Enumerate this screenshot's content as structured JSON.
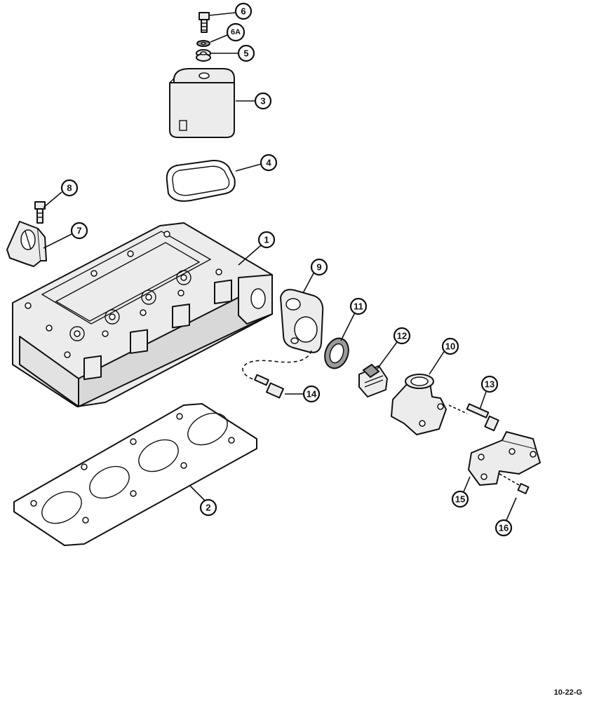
{
  "figure": {
    "reference_code": "10-22-G"
  },
  "callouts": [
    {
      "id": "c1",
      "label": "1"
    },
    {
      "id": "c2",
      "label": "2"
    },
    {
      "id": "c3",
      "label": "3"
    },
    {
      "id": "c4",
      "label": "4"
    },
    {
      "id": "c5",
      "label": "5"
    },
    {
      "id": "c6",
      "label": "6"
    },
    {
      "id": "c6a",
      "label": "6A"
    },
    {
      "id": "c7",
      "label": "7"
    },
    {
      "id": "c8",
      "label": "8"
    },
    {
      "id": "c9",
      "label": "9"
    },
    {
      "id": "c10",
      "label": "10"
    },
    {
      "id": "c11",
      "label": "11"
    },
    {
      "id": "c12",
      "label": "12"
    },
    {
      "id": "c13",
      "label": "13"
    },
    {
      "id": "c14",
      "label": "14"
    },
    {
      "id": "c15",
      "label": "15"
    },
    {
      "id": "c16",
      "label": "16"
    }
  ]
}
